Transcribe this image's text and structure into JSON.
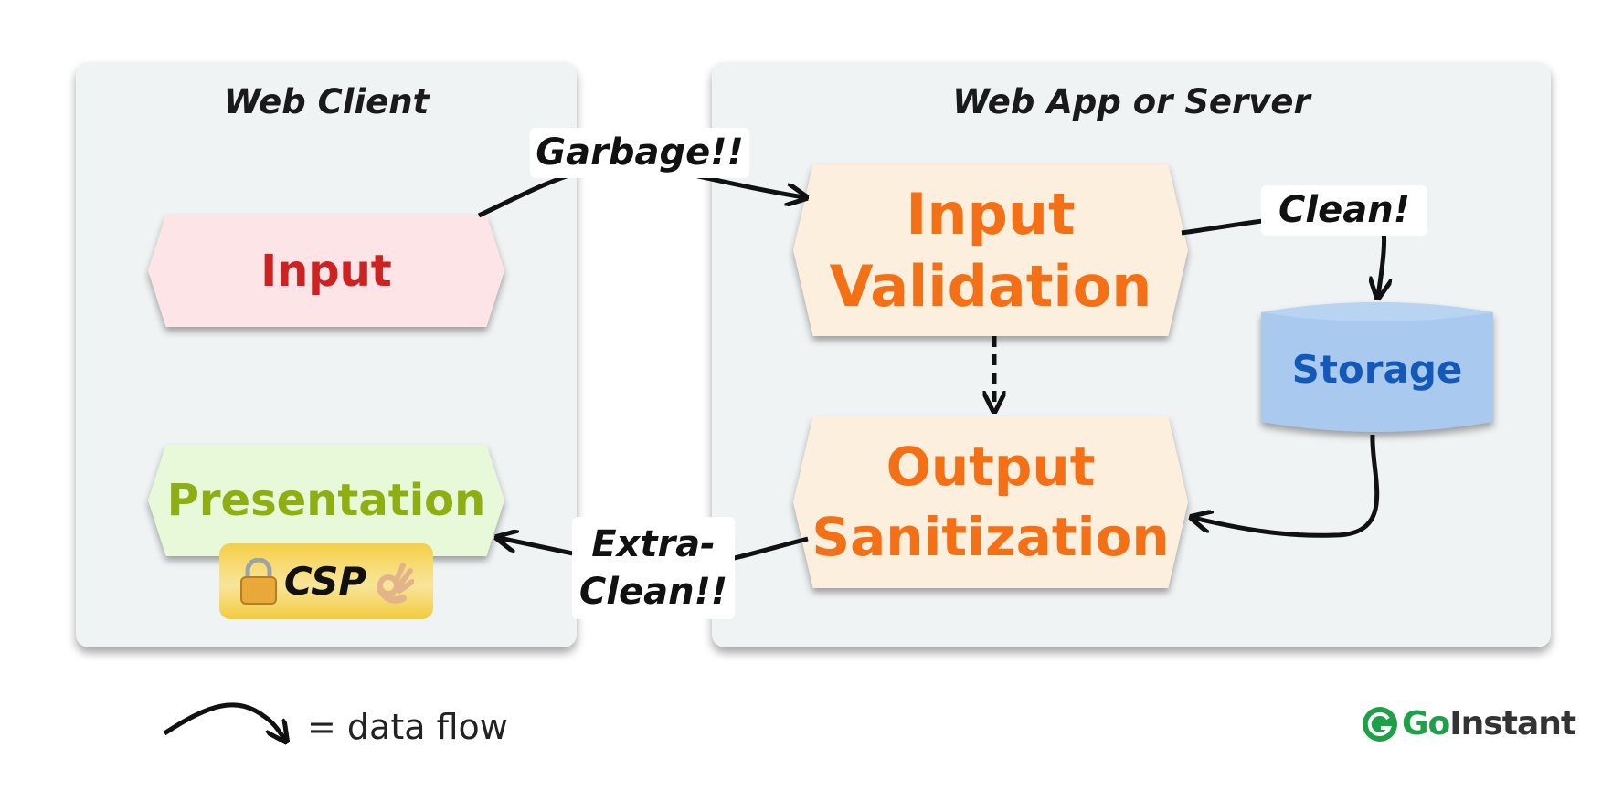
{
  "panels": {
    "client_title": "Web Client",
    "server_title": "Web App or Server"
  },
  "nodes": {
    "input": "Input",
    "presentation": "Presentation",
    "input_validation": [
      "Input",
      "Validation"
    ],
    "output_sanitization": [
      "Output",
      "Sanitization"
    ],
    "storage": "Storage"
  },
  "edges": {
    "garbage": "Garbage!!",
    "clean": "Clean!",
    "extra_clean": [
      "Extra-",
      "Clean!!"
    ]
  },
  "badge": {
    "label": "CSP",
    "icons": [
      "lock-icon",
      "ok-hand-icon"
    ]
  },
  "legend": {
    "label": "= data flow"
  },
  "logo": {
    "prefix": "Go",
    "suffix": "Instant",
    "brand_color": "#1ea049"
  },
  "colors": {
    "input": "#cc2222",
    "presentation": "#8eae12",
    "process": "#f37017",
    "storage": "#1458b8"
  }
}
